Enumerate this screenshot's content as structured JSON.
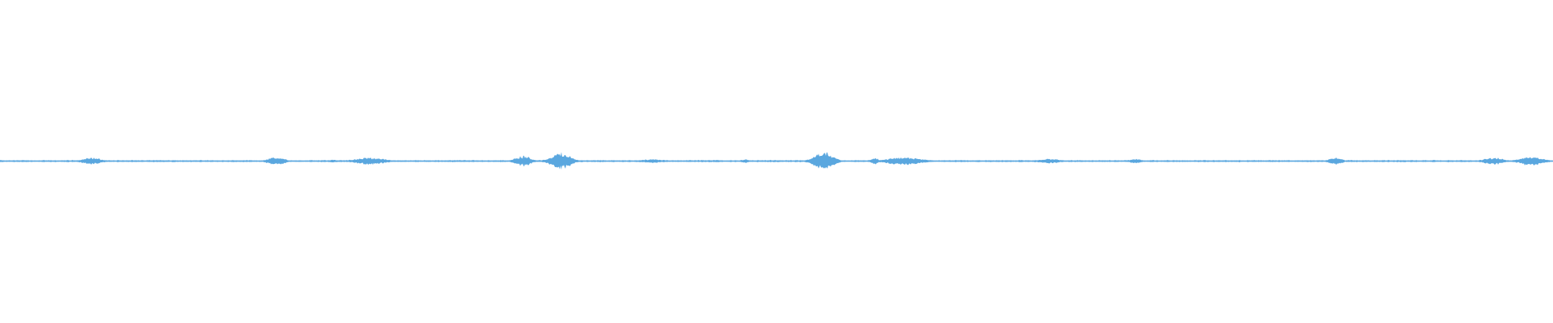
{
  "waveform": {
    "color": "#5aa7df",
    "duration_ratio": 1.0,
    "bursts": [
      {
        "pos": 0.059,
        "width": 0.012,
        "amp": 0.12
      },
      {
        "pos": 0.178,
        "width": 0.01,
        "amp": 0.15
      },
      {
        "pos": 0.215,
        "width": 0.006,
        "amp": 0.05
      },
      {
        "pos": 0.238,
        "width": 0.02,
        "amp": 0.12
      },
      {
        "pos": 0.337,
        "width": 0.01,
        "amp": 0.18
      },
      {
        "pos": 0.361,
        "width": 0.012,
        "amp": 0.3
      },
      {
        "pos": 0.42,
        "width": 0.014,
        "amp": 0.07
      },
      {
        "pos": 0.48,
        "width": 0.006,
        "amp": 0.06
      },
      {
        "pos": 0.53,
        "width": 0.012,
        "amp": 0.31
      },
      {
        "pos": 0.563,
        "width": 0.005,
        "amp": 0.12
      },
      {
        "pos": 0.582,
        "width": 0.022,
        "amp": 0.14
      },
      {
        "pos": 0.676,
        "width": 0.012,
        "amp": 0.09
      },
      {
        "pos": 0.731,
        "width": 0.008,
        "amp": 0.08
      },
      {
        "pos": 0.86,
        "width": 0.008,
        "amp": 0.14
      },
      {
        "pos": 0.962,
        "width": 0.012,
        "amp": 0.13
      },
      {
        "pos": 0.986,
        "width": 0.014,
        "amp": 0.17
      }
    ],
    "noise_floor": 0.025
  }
}
